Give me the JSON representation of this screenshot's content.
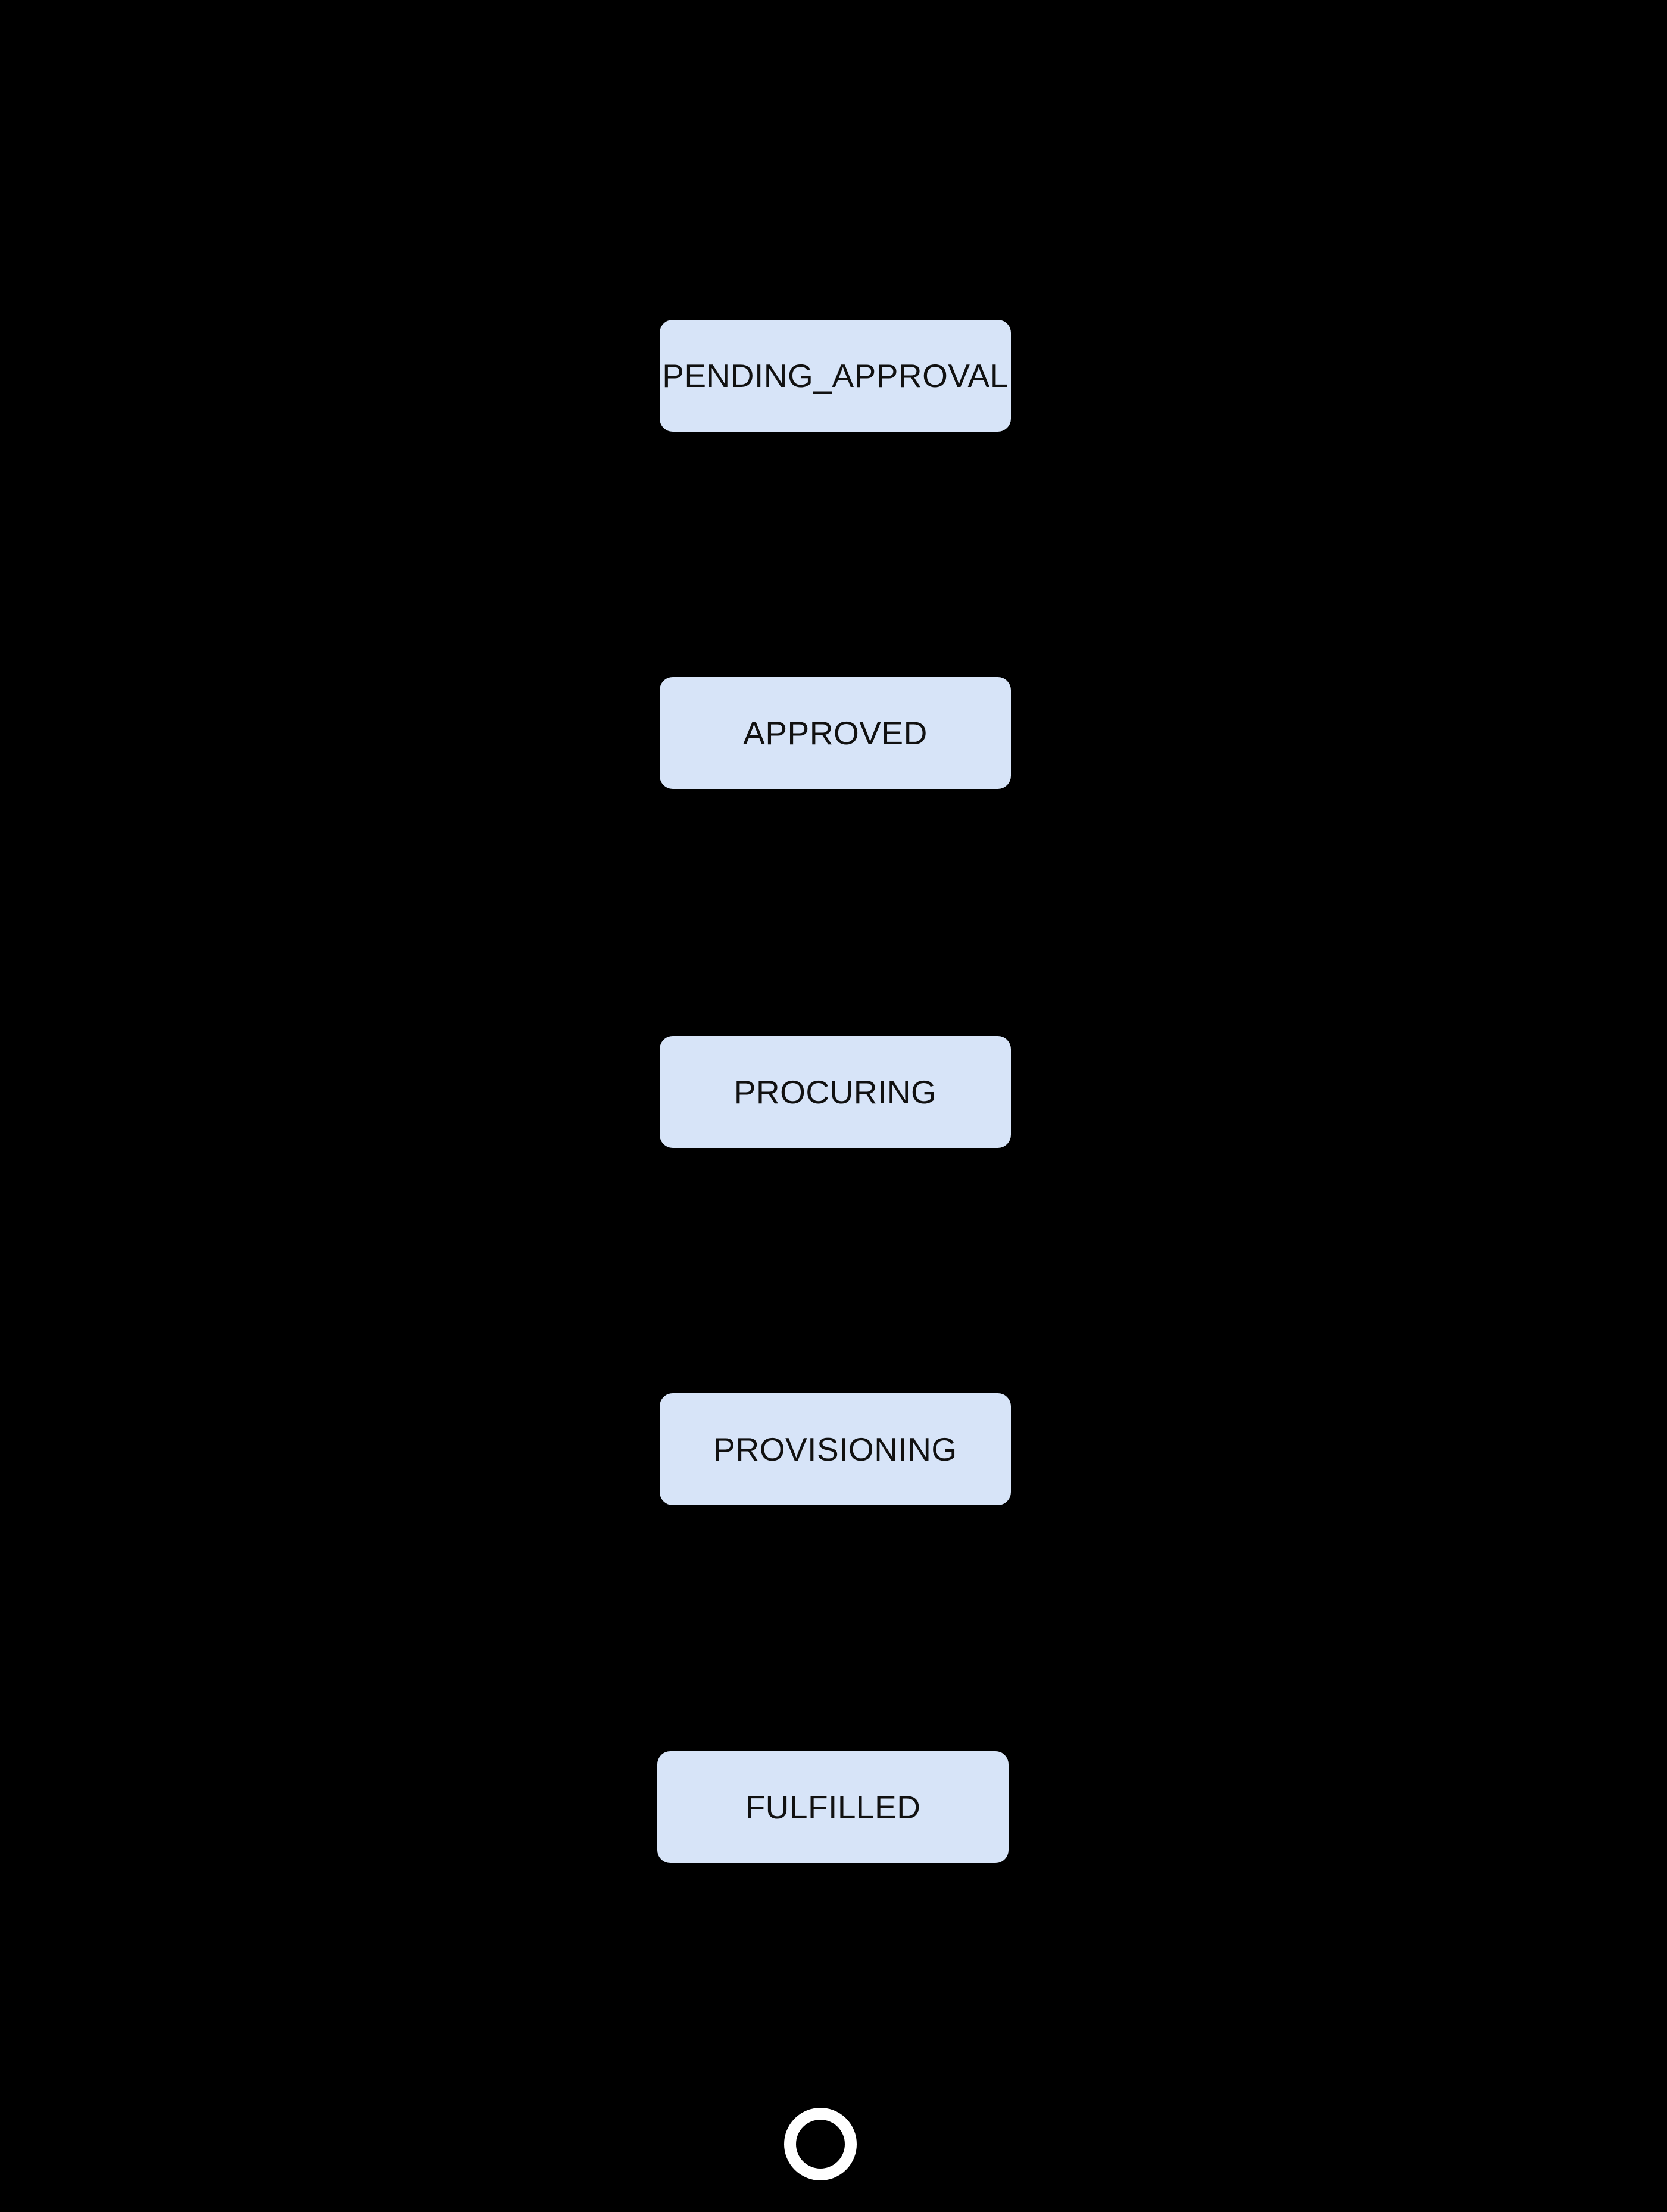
{
  "diagram": {
    "type": "state-flow",
    "background_color": "#000000",
    "node_fill_color": "#d7e4f8",
    "node_text_color": "#111111",
    "end_marker_color": "#ffffff",
    "states": [
      {
        "label": "PENDING_APPROVAL"
      },
      {
        "label": "APPROVED"
      },
      {
        "label": "PROCURING"
      },
      {
        "label": "PROVISIONING"
      },
      {
        "label": "FULFILLED"
      }
    ],
    "end_marker": "final-state-circle-icon"
  }
}
